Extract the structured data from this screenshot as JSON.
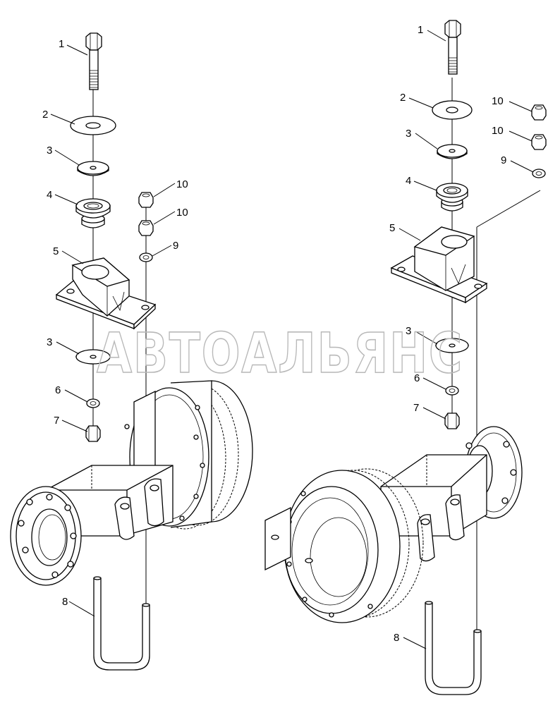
{
  "watermark": "АВТОАЛЬЯНС",
  "labels": {
    "p1": "1",
    "p2": "2",
    "p3": "3",
    "p4": "4",
    "p5": "5",
    "p6": "6",
    "p7": "7",
    "p8": "8",
    "p9": "9",
    "p10": "10"
  }
}
